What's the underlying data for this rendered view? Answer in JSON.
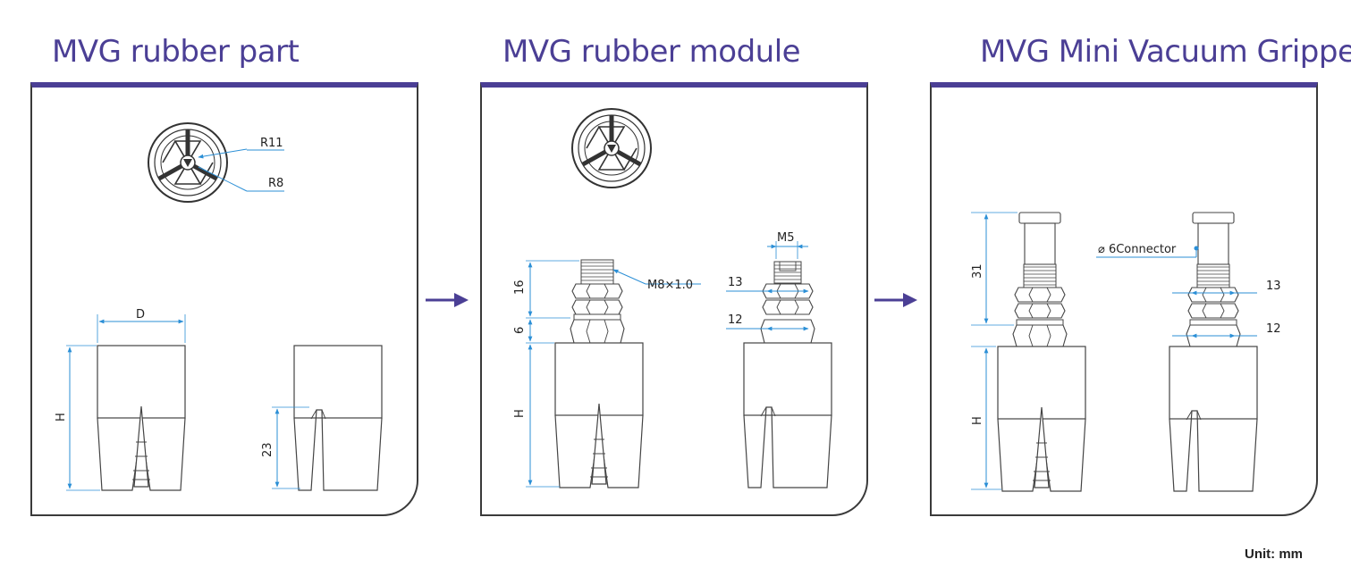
{
  "panels": [
    {
      "title": "MVG rubber part",
      "labels": {
        "r11": "R11",
        "r8": "R8",
        "d": "D",
        "h": "H",
        "d23": "23"
      }
    },
    {
      "title": "MVG rubber module",
      "labels": {
        "m8": "M8×1.0",
        "d16": "16",
        "d6": "6",
        "h": "H",
        "m5": "M5",
        "d13": "13",
        "d12": "12"
      }
    },
    {
      "title": "MVG Mini Vacuum Gripper",
      "labels": {
        "d31": "31",
        "h": "H",
        "connector": "⌀ 6Connector",
        "d13": "13",
        "d12": "12"
      }
    }
  ],
  "arrow_icon": "right-arrow-icon",
  "unit_label": "Unit: mm",
  "colors": {
    "accent": "#4b3f95",
    "dimension": "#2b8fd6",
    "outline": "#3a3a3a"
  }
}
